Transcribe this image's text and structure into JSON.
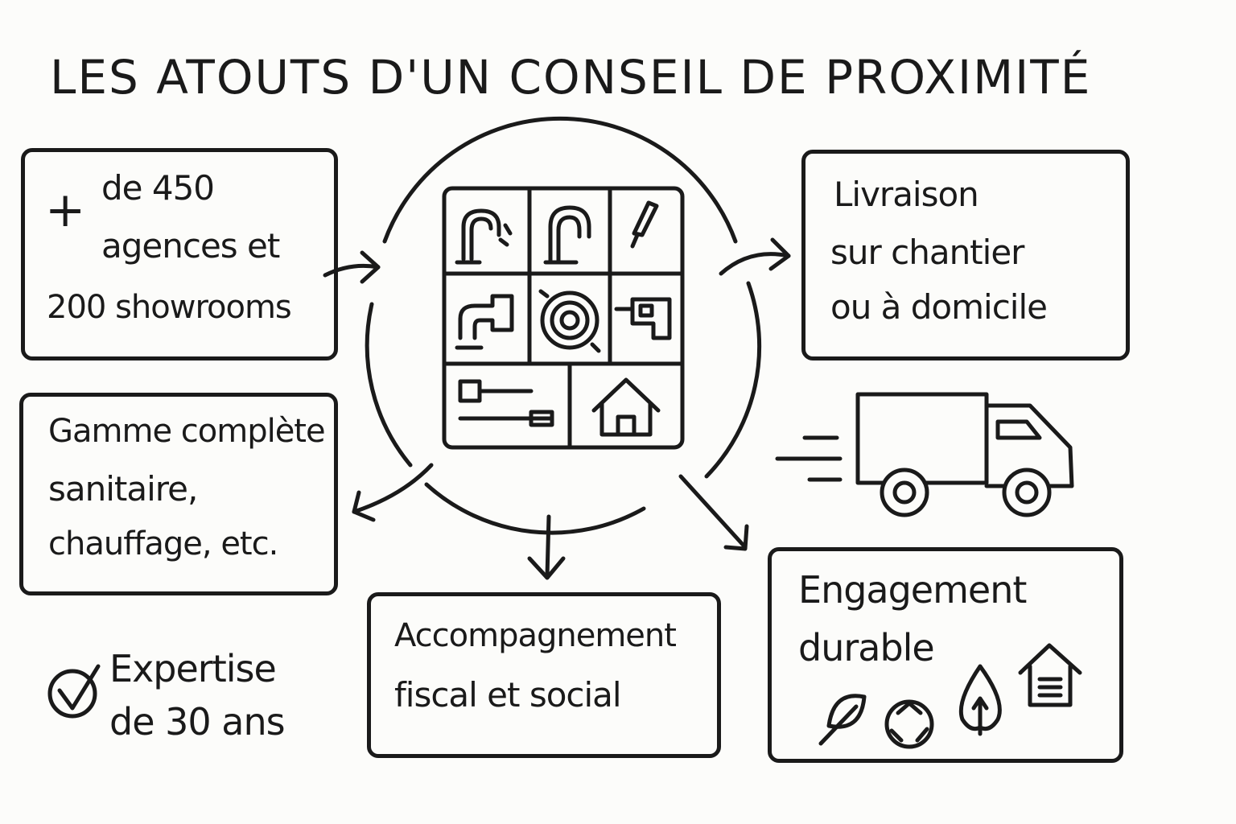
{
  "title": "LES ATOUTS D'UN CONSEIL DE PROXIMITÉ",
  "agencies": {
    "plus": "+",
    "line1": "de 450",
    "line2": "agences et",
    "line3": "200 showrooms"
  },
  "delivery": {
    "line1": "Livraison",
    "line2": "sur chantier",
    "line3": "ou à domicile"
  },
  "range": {
    "line1": "Gamme complète",
    "line2": "sanitaire,",
    "line3": "chauffage, etc."
  },
  "expertise": {
    "line1": "Expertise",
    "line2": "de 30 ans"
  },
  "support": {
    "line1": "Accompagnement",
    "line2": "fiscal et social"
  },
  "sustainable": {
    "line1": "Engagement",
    "line2": "durable"
  },
  "icons": {
    "center_grid": [
      "faucet-icon",
      "faucet-icon",
      "screwdriver-icon",
      "pipe-icon",
      "coil-icon",
      "drill-icon",
      "rack-icon",
      "house-icon"
    ],
    "sustainable": [
      "leaf-icon",
      "recycle-icon",
      "tree-icon",
      "eco-house-icon"
    ],
    "expertise": "checkmark-icon",
    "truck": "delivery-truck-icon"
  }
}
